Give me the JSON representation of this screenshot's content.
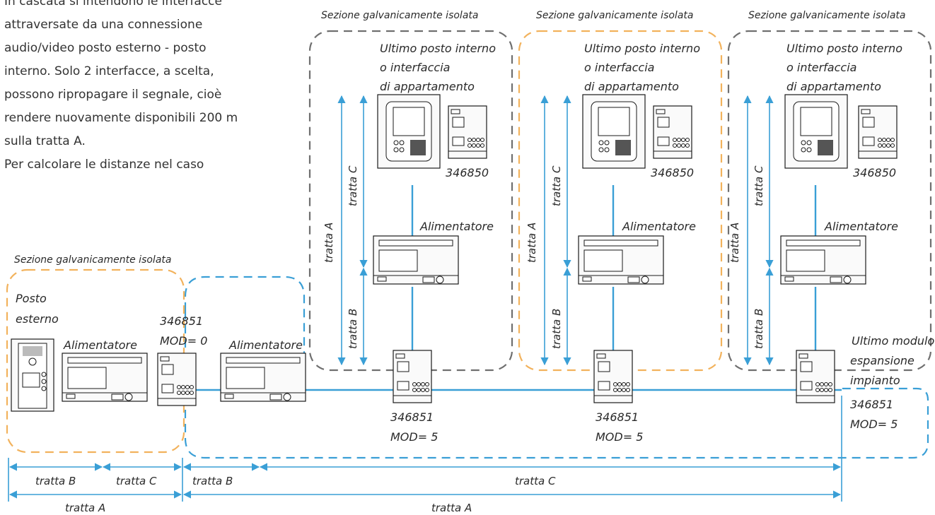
{
  "intro": [
    "In cascata si intendono le interfacce",
    "attraversate da una connessione",
    "audio/video posto esterno - posto",
    "interno. Solo 2 interfacce, a scelta,",
    "possono ripropagare il segnale, cioè",
    "rendere nuovamente disponibili 200 m",
    "sulla tratta A.",
    "Per calcolare le distanze nel caso"
  ],
  "labels": {
    "isolated_section": "Sezione galvanicamente isolata",
    "last_indoor": [
      "Ultimo posto interno",
      "o interfaccia",
      "di appartamento"
    ],
    "power_supply": "Alimentatore",
    "outdoor": [
      "Posto",
      "esterno"
    ],
    "code_346850": "346850",
    "code_346851": "346851",
    "mod_0": "MOD= 0",
    "mod_5": "MOD= 5",
    "last_module": [
      "Ultimo modulo",
      "espansione",
      "impianto"
    ],
    "tratta_a": "tratta A",
    "tratta_b": "tratta B",
    "tratta_c": "tratta C"
  },
  "colors": {
    "bus": "#3a9fd6",
    "orange": "#f2b25c",
    "grey": "#6f6f6f"
  }
}
